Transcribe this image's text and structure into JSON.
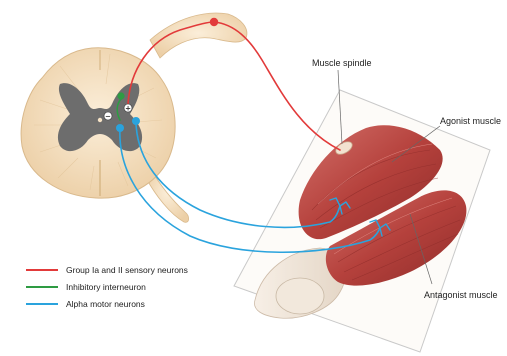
{
  "labels": {
    "muscle_spindle": "Muscle spindle",
    "agonist_muscle": "Agonist muscle",
    "antagonist_muscle": "Antagonist muscle"
  },
  "signs": {
    "inhibitory": "−",
    "excitatory": "+"
  },
  "legend": [
    {
      "label": "Group Ia and II sensory neurons",
      "color": "#e23a3a"
    },
    {
      "label": "Inhibitory interneuron",
      "color": "#2e9b43"
    },
    {
      "label": "Alpha motor neurons",
      "color": "#2aa3dd"
    }
  ],
  "colors": {
    "sensory": "#e23a3a",
    "interneuron": "#2e9b43",
    "motor": "#2aa3dd",
    "white_matter": "#f6e3c7",
    "grey_matter": "#6d6d6d",
    "muscle": "#b5413c"
  }
}
